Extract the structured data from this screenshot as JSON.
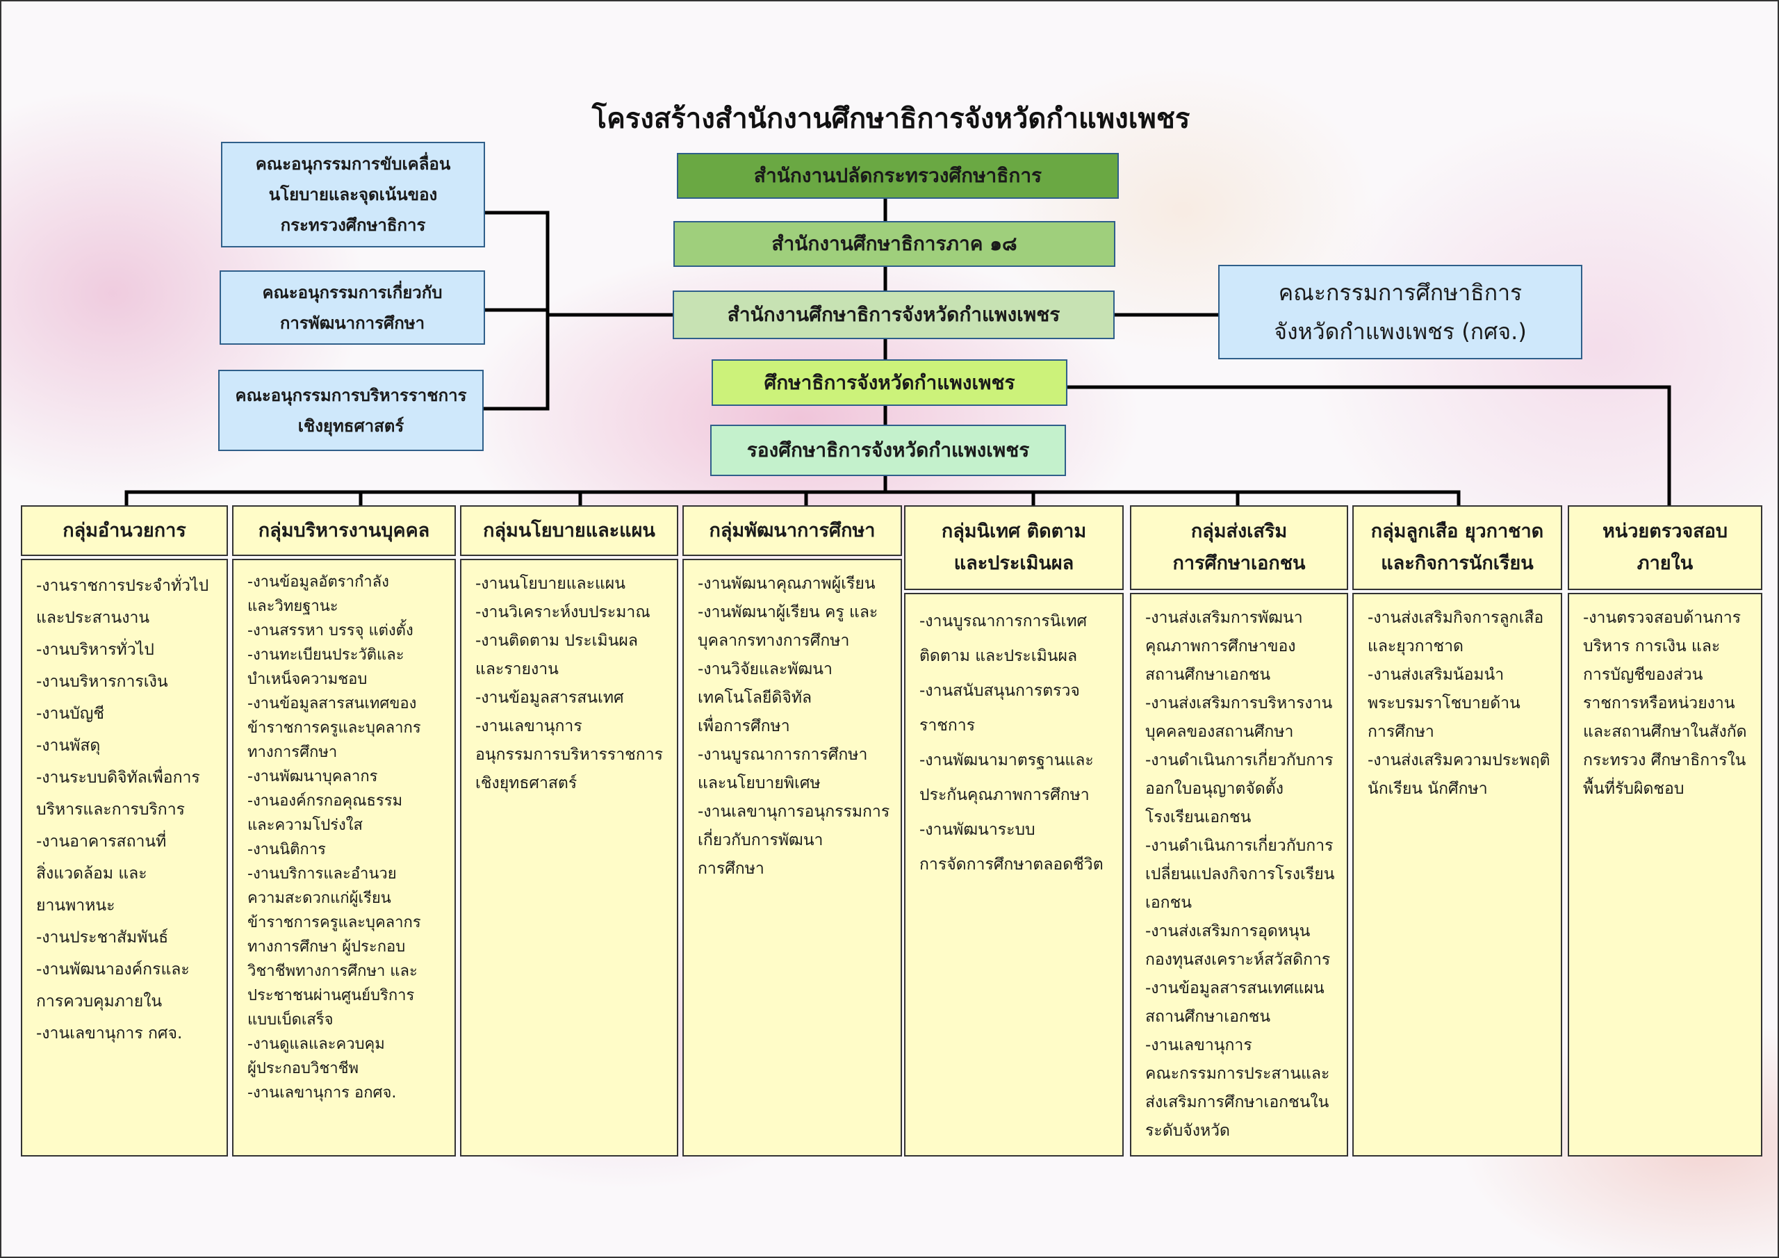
{
  "title": "โครงสร้างสำนักงานศึกษาธิการจังหวัดกำแพงเพชร",
  "committees": [
    "คณะอนุกรรมการขับเคลื่อน\nนโยบายและจุดเน้นของ\nกระทรวงศึกษาธิการ",
    "คณะอนุกรรมการเกี่ยวกับ\nการพัฒนาการศึกษา",
    "คณะอนุกรรมการบริหารราชการ\nเชิงยุทธศาสตร์"
  ],
  "center_chain": [
    "สำนักงานปลัดกระทรวงศึกษาธิการ",
    "สำนักงานศึกษาธิการภาค ๑๘",
    "สำนักงานศึกษาธิการจังหวัดกำแพงเพชร",
    "ศึกษาธิการจังหวัดกำแพงเพชร",
    "รองศึกษาธิการจังหวัดกำแพงเพชร"
  ],
  "board": "คณะกรรมการศึกษาธิการ\nจังหวัดกำแพงเพชร (กศจ.)",
  "groups": [
    {
      "name": "กลุ่มอำนวยการ",
      "duties": "-งานราชการประจำทั่วไป\nและประสานงาน\n-งานบริหารทั่วไป\n-งานบริหารการเงิน\n-งานบัญชี\n-งานพัสดุ\n-งานระบบดิจิทัลเพื่อการ\nบริหารและการบริการ\n-งานอาคารสถานที่\nสิ่งแวดล้อม และ\nยานพาหนะ\n-งานประชาสัมพันธ์\n-งานพัฒนาองค์กรและ\nการควบคุมภายใน\n-งานเลขานุการ กศจ."
    },
    {
      "name": "กลุ่มบริหารงานบุคคล",
      "duties": "-งานข้อมูลอัตรากำลัง\nและวิทยฐานะ\n-งานสรรหา บรรจุ แต่งตั้ง\n-งานทะเบียนประวัติและ\nบำเหน็จความชอบ\n-งานข้อมูลสารสนเทศของ\nข้าราชการครูและบุคลากร\nทางการศึกษา\n-งานพัฒนาบุคลากร\n-งานองค์กรกอคุณธรรม\nและความโปร่งใส\n-งานนิติการ\n-งานบริการและอำนวย\nความสะดวกแก่ผู้เรียน\nข้าราชการครูและบุคลากร\nทางการศึกษา ผู้ประกอบ\nวิชาชีพทางการศึกษา และ\nประชาชนผ่านศูนย์บริการ\nแบบเบ็ดเสร็จ\n-งานดูแลและควบคุม\nผู้ประกอบวิชาชีพ\n-งานเลขานุการ อกศจ."
    },
    {
      "name": "กลุ่มนโยบายและแผน",
      "duties": "-งานนโยบายและแผน\n-งานวิเคราะห์งบประมาณ\n-งานติดตาม ประเมินผล\nและรายงาน\n-งานข้อมูลสารสนเทศ\n-งานเลขานุการ\nอนุกรรมการบริหารราชการ\nเชิงยุทธศาสตร์"
    },
    {
      "name": "กลุ่มพัฒนาการศึกษา",
      "duties": "-งานพัฒนาคุณภาพผู้เรียน\n-งานพัฒนาผู้เรียน ครู และ\nบุคลากรทางการศึกษา\n-งานวิจัยและพัฒนา\nเทคโนโลยีดิจิทัล\nเพื่อการศึกษา\n-งานบูรณาการการศึกษา\nและนโยบายพิเศษ\n-งานเลขานุการอนุกรรมการ\nเกี่ยวกับการพัฒนา\nการศึกษา"
    },
    {
      "name": "กลุ่มนิเทศ ติดตาม\nและประเมินผล",
      "duties": "-งานบูรณาการการนิเทศ\nติดตาม และประเมินผล\n-งานสนับสนุนการตรวจ\nราชการ\n-งานพัฒนามาตรฐานและ\nประกันคุณภาพการศึกษา\n-งานพัฒนาระบบ\nการจัดการศึกษาตลอดชีวิต"
    },
    {
      "name": "กลุ่มส่งเสริม\nการศึกษาเอกชน",
      "duties": "-งานส่งเสริมการพัฒนา\nคุณภาพการศึกษาของ\nสถานศึกษาเอกชน\n-งานส่งเสริมการบริหารงาน\nบุคคลของสถานศึกษา\n-งานดำเนินการเกี่ยวกับการ\nออกใบอนุญาตจัดตั้ง\nโรงเรียนเอกชน\n-งานดำเนินการเกี่ยวกับการ\nเปลี่ยนแปลงกิจการโรงเรียน\nเอกชน\n-งานส่งเสริมการอุดหนุน\nกองทุนสงเคราะห์สวัสดิการ\n-งานข้อมูลสารสนเทศแผน\nสถานศึกษาเอกชน\n-งานเลขานุการ\nคณะกรรมการประสานและ\nส่งเสริมการศึกษาเอกชนใน\nระดับจังหวัด"
    },
    {
      "name": "กลุ่มลูกเสือ ยุวกาชาด\nและกิจการนักเรียน",
      "duties": "-งานส่งเสริมกิจการลูกเสือ\nและยุวกาชาด\n-งานส่งเสริมน้อมนำ\nพระบรมราโชบายด้าน\nการศึกษา\n-งานส่งเสริมความประพฤติ\nนักเรียน นักศึกษา"
    },
    {
      "name": "หน่วยตรวจสอบ\nภายใน",
      "duties": "-งานตรวจสอบด้านการ\nบริหาร การเงิน และ\nการบัญชีของส่วน\nราชการหรือหน่วยงาน\nและสถานศึกษาในสังกัด\nกระทรวง ศึกษาธิการใน\nพื้นที่รับผิดชอบ"
    }
  ],
  "colors": {
    "center_1": "#6aa843",
    "center_2": "#9fcf7c",
    "center_3": "#c7e2b3",
    "center_4": "#ccf27a",
    "center_5": "#c4f1cc",
    "committee": "#cfe8fb",
    "group": "#fffcc8",
    "line": "#000000"
  }
}
